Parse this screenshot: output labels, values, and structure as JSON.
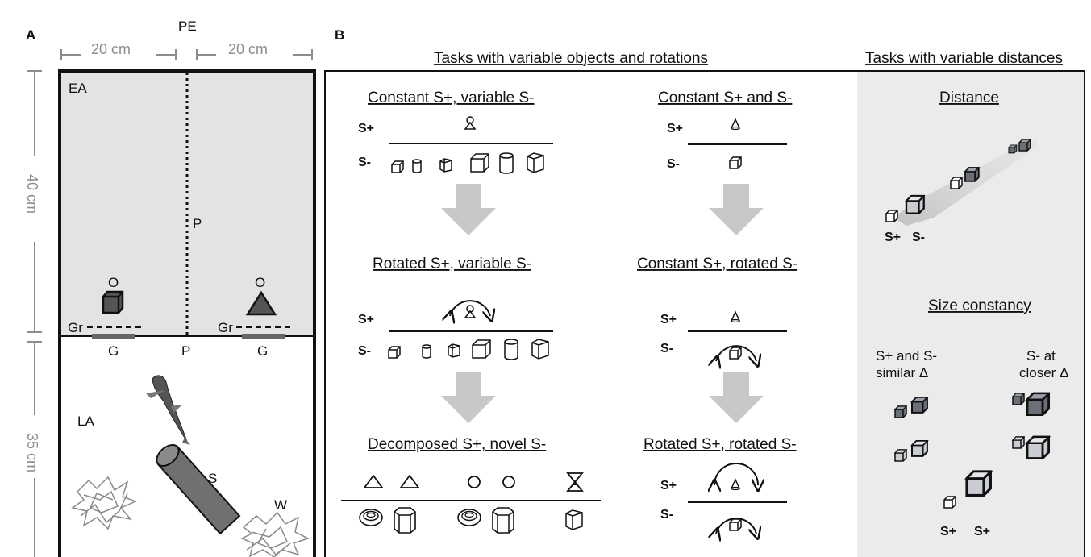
{
  "panel_a": {
    "label": "A",
    "top_label": "PE",
    "width_left": "20 cm",
    "width_right": "20 cm",
    "height_top": "40 cm",
    "height_bottom": "35 cm",
    "ea": "EA",
    "la": "LA",
    "p_mid": "P",
    "p_bottom": "P",
    "o_left": "O",
    "o_right": "O",
    "gr_left": "Gr",
    "gr_right": "Gr",
    "g_left": "G",
    "g_right": "G",
    "s": "S",
    "w": "W"
  },
  "panel_b": {
    "label": "B",
    "header_left": "Tasks with variable objects and rotations",
    "header_right": "Tasks with variable distances",
    "col1": {
      "title1": "Constant S+, variable S-",
      "title2": "Rotated S+, variable S-",
      "title3": "Decomposed S+, novel S-"
    },
    "col2": {
      "title1": "Constant S+ and S-",
      "title2": "Constant S+, rotated S-",
      "title3": "Rotated S+, rotated S-"
    },
    "col3": {
      "title1": "Distance",
      "title2": "Size constancy",
      "sub_left_1": "S+ and S-",
      "sub_left_2": "similar Δ",
      "sub_right_1": "S- at",
      "sub_right_2": "closer Δ",
      "distance_splus": "S+",
      "distance_sminus": "S-",
      "size_splus_1": "S+",
      "size_splus_2": "S+"
    },
    "splus": "S+",
    "sminus": "S-"
  }
}
